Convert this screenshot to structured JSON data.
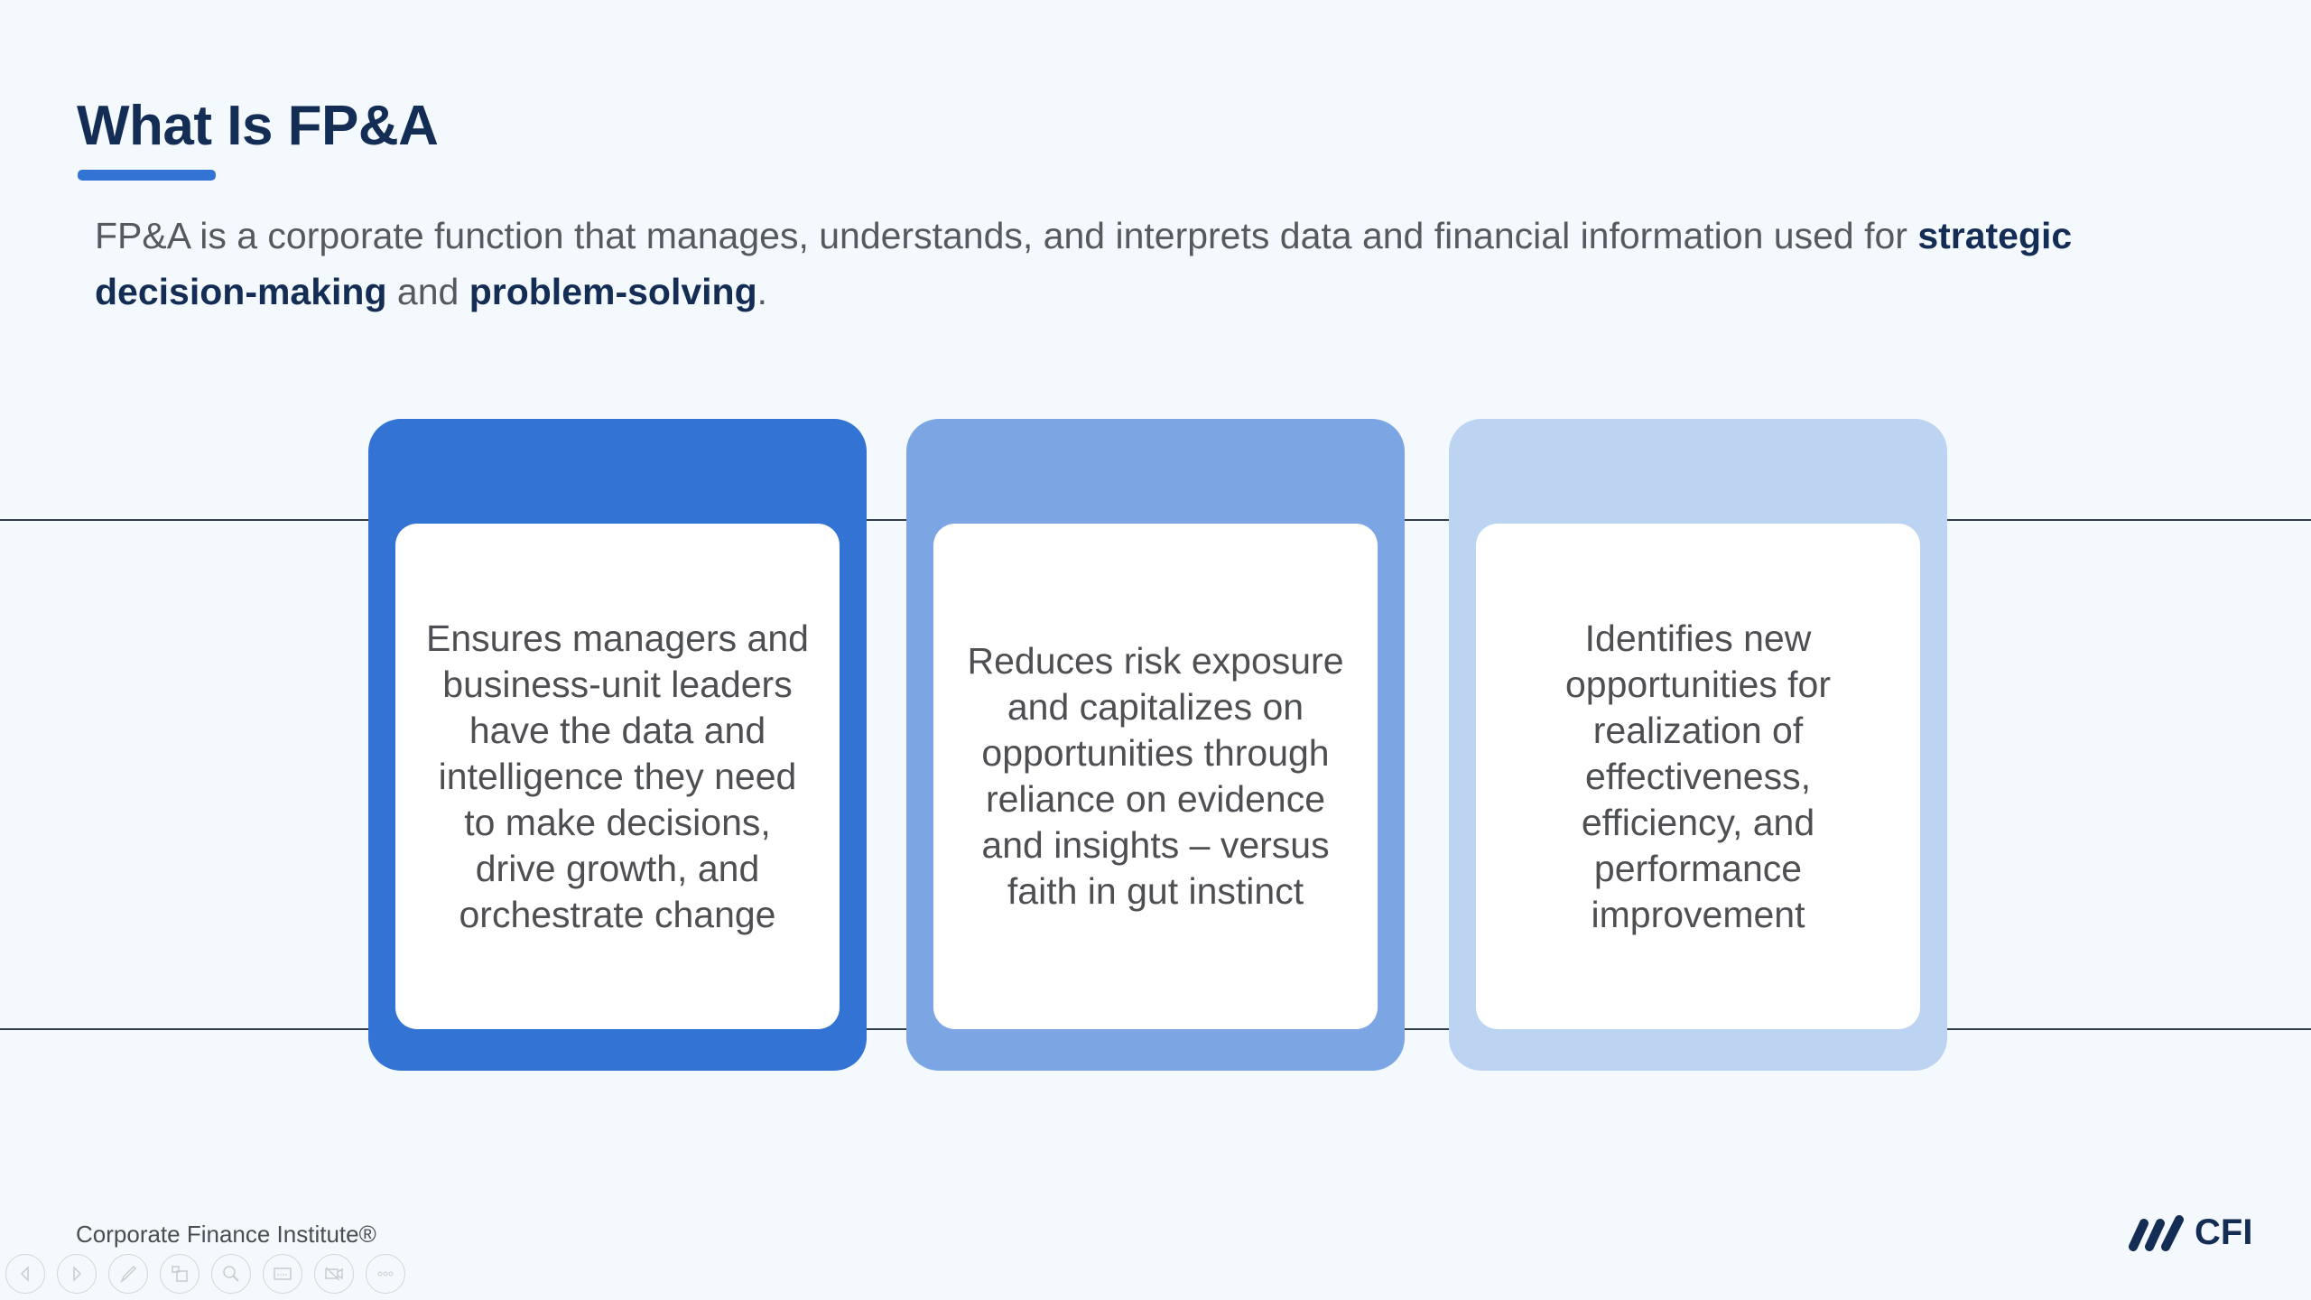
{
  "slide": {
    "title": "What Is FP&A",
    "intro": {
      "text_1": "FP&A is a corporate function that manages, understands, and interprets data and financial information used for ",
      "bold_1": "strategic decision-making",
      "text_2": " and ",
      "bold_2": "problem-solving",
      "text_3": "."
    },
    "cards": [
      {
        "text": "Ensures managers and business-unit leaders have the data and intelligence they need to make decisions, drive growth, and orchestrate change",
        "color": "#3373d4"
      },
      {
        "text": "Reduces risk exposure and capitalizes on opportunities through reliance on evidence and insights – versus faith in gut instinct",
        "color": "#7ba5e3"
      },
      {
        "text": "Identifies new opportunities for realization of effectiveness, efficiency, and performance improvement",
        "color": "#bdd3f2"
      }
    ],
    "footer": "Corporate Finance Institute®",
    "logo_text": "CFI"
  },
  "toolbar": {
    "icons": [
      "previous-icon",
      "next-icon",
      "pen-icon",
      "slides-icon",
      "zoom-icon",
      "subtitles-icon",
      "camera-off-icon",
      "more-icon"
    ]
  }
}
